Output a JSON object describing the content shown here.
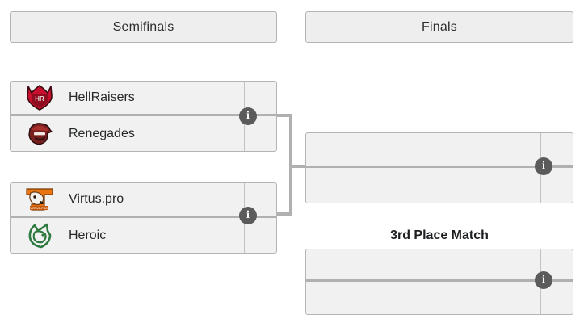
{
  "bracket": {
    "rounds": [
      {
        "id": "semifinals",
        "label": "Semifinals"
      },
      {
        "id": "finals",
        "label": "Finals"
      }
    ],
    "third_place_label": "3rd Place Match",
    "info_icon_glyph": "i",
    "info_icon_name": "info-icon",
    "colors": {
      "box_fill": "#f1f1f1",
      "box_border": "#b4b4b4",
      "header_fill": "#eeeeee",
      "divider": "#b0b0b0",
      "connector": "#b0b0b0",
      "info_badge": "#5b5b5b",
      "text": "#26282a"
    },
    "matches": [
      {
        "id": "sf1",
        "round": "semifinals",
        "teams": [
          {
            "name": "HellRaisers",
            "logo": "hellraisers-logo",
            "score": ""
          },
          {
            "name": "Renegades",
            "logo": "renegades-logo",
            "score": ""
          }
        ]
      },
      {
        "id": "sf2",
        "round": "semifinals",
        "teams": [
          {
            "name": "Virtus.pro",
            "logo": "virtuspro-logo",
            "score": ""
          },
          {
            "name": "Heroic",
            "logo": "heroic-logo",
            "score": ""
          }
        ]
      },
      {
        "id": "final",
        "round": "finals",
        "teams": [
          {
            "name": "",
            "logo": "",
            "score": ""
          },
          {
            "name": "",
            "logo": "",
            "score": ""
          }
        ]
      },
      {
        "id": "third",
        "round": "third-place",
        "teams": [
          {
            "name": "",
            "logo": "",
            "score": ""
          },
          {
            "name": "",
            "logo": "",
            "score": ""
          }
        ]
      }
    ]
  }
}
